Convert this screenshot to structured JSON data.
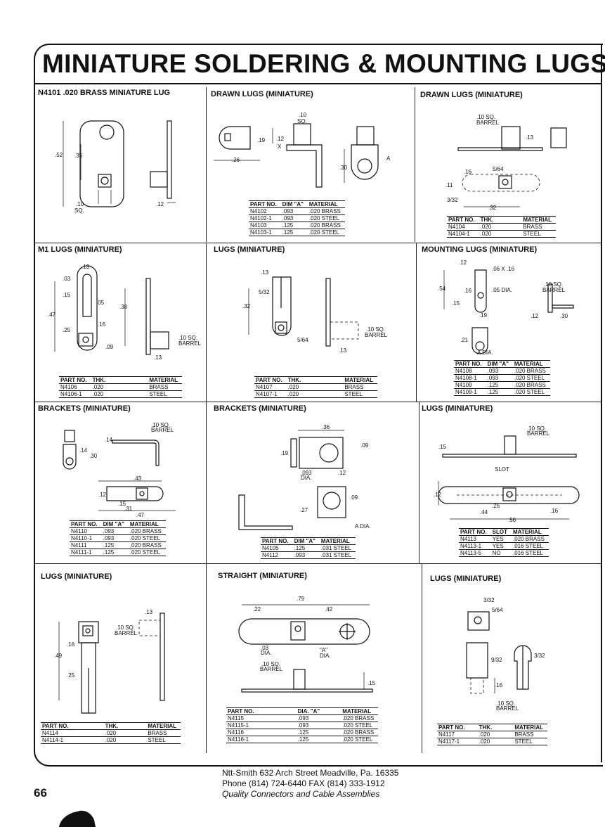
{
  "page_title": "MINIATURE SOLDERING & MOUNTING LUGS",
  "sections": [
    {
      "title": "N4101 .020 BRASS MINIATURE LUG",
      "dims": [
        ".52",
        ".35",
        ".10",
        "SQ.",
        ".12"
      ]
    },
    {
      "title": "DRAWN LUGS (MINIATURE)",
      "dims": [
        ".10",
        "SQ.",
        ".19",
        ".12",
        "X",
        ".26",
        ".30",
        "A"
      ],
      "table": {
        "headers": [
          "PART NO.",
          "DIM \"A\"",
          "MATERIAL"
        ],
        "rows": [
          [
            "N4102",
            ".093",
            ".020 BRASS"
          ],
          [
            "N4102-1",
            ".093",
            ".020 STEEL"
          ],
          [
            "N4103",
            ".125",
            ".020 BRASS"
          ],
          [
            "N4103-1",
            ".125",
            ".020 STEEL"
          ]
        ]
      }
    },
    {
      "title": "DRAWN LUGS (MINIATURE)",
      "dims": [
        ".10 SQ.",
        "BARREL",
        ".13",
        ".16",
        "5/64",
        ".11",
        "3/32",
        ".32"
      ],
      "table": {
        "headers": [
          "PART NO.",
          "THK.",
          "MATERIAL"
        ],
        "rows": [
          [
            "N4104",
            ".020",
            "BRASS"
          ],
          [
            "N4104-1",
            ".020",
            "STEEL"
          ]
        ]
      }
    },
    {
      "title": "M1 LUGS (MINIATURE)",
      "dims": [
        ".13",
        ".03",
        ".15",
        ".05",
        ".47",
        ".38",
        ".16",
        ".25",
        ".09",
        ".10 SQ.",
        "BARREL",
        ".13"
      ],
      "table": {
        "headers": [
          "PART NO.",
          "THK.",
          "MATERIAL"
        ],
        "rows": [
          [
            "N4106",
            ".020",
            "BRASS"
          ],
          [
            "N4106-1",
            ".020",
            "STEEL"
          ]
        ]
      }
    },
    {
      "title": "LUGS (MINIATURE)",
      "dims": [
        ".13",
        "5/32",
        ".32",
        "5/64",
        ".10 SQ.",
        "BARREL",
        ".13"
      ],
      "table": {
        "headers": [
          "PART NO.",
          "THK.",
          "MATERIAL"
        ],
        "rows": [
          [
            "N4107",
            ".020",
            "BRASS"
          ],
          [
            "N4107-1",
            ".020",
            "STEEL"
          ]
        ]
      }
    },
    {
      "title": "MOUNTING LUGS (MINIATURE)",
      "dims": [
        ".12",
        ".06 X .16",
        ".10 SQ.",
        "BARREL",
        ".54",
        ".16",
        ".05 DIA.",
        ".15",
        ".19",
        ".12",
        ".30",
        ".21",
        "A DIA."
      ],
      "table": {
        "headers": [
          "PART NO.",
          "DIM \"A\"",
          "MATERIAL"
        ],
        "rows": [
          [
            "N4108",
            ".093",
            ".020 BRASS"
          ],
          [
            "N4108-1",
            ".093",
            ".020 STEEL"
          ],
          [
            "N4109",
            ".125",
            ".020 BRASS"
          ],
          [
            "N4109-1",
            ".125",
            ".020 STEEL"
          ]
        ]
      }
    },
    {
      "title": "BRACKETS (MINIATURE)",
      "dims": [
        ".10 SQ.",
        "BARREL",
        ".14",
        ".14",
        ".30",
        ".43",
        ".12",
        ".15",
        ".31",
        ".47"
      ],
      "table": {
        "headers": [
          "PART NO.",
          "DIM \"A\"",
          "MATERIAL"
        ],
        "rows": [
          [
            "N4110",
            ".093",
            ".020 BRASS"
          ],
          [
            "N4110-1",
            ".093",
            ".020 STEEL"
          ],
          [
            "N4111",
            ".125",
            ".020 BRASS"
          ],
          [
            "N4111-1",
            ".125",
            ".020 STEEL"
          ]
        ]
      }
    },
    {
      "title": "BRACKETS (MINIATURE)",
      "dims": [
        ".36",
        ".09",
        ".19",
        ".093",
        "DIA.",
        ".12",
        ".09",
        ".27",
        "A DIA."
      ],
      "table": {
        "headers": [
          "PART NO.",
          "DIM \"A\"",
          "MATERIAL"
        ],
        "rows": [
          [
            "N4105",
            ".125",
            ".031 STEEL"
          ],
          [
            "N4112",
            ".093",
            ".031 STEEL"
          ]
        ]
      }
    },
    {
      "title": "LUGS (MINIATURE)",
      "dims": [
        ".10 SQ.",
        "BARREL",
        ".15",
        "SLOT",
        ".12",
        ".25",
        ".44",
        ".16",
        ".56"
      ],
      "table": {
        "headers": [
          "PART NO.",
          "SLOT",
          "MATERIAL"
        ],
        "rows": [
          [
            "N4113",
            "YES",
            ".020 BRASS"
          ],
          [
            "N4113-1",
            "YES",
            ".016 STEEL"
          ],
          [
            "N4113-5",
            "NO",
            ".016 STEEL"
          ]
        ]
      }
    },
    {
      "title": "LUGS (MINIATURE)",
      "dims": [
        ".13",
        ".10 SQ.",
        "BARREL",
        ".16",
        ".49",
        ".25"
      ],
      "table": {
        "headers": [
          "PART NO.",
          "THK.",
          "MATERIAL"
        ],
        "rows": [
          [
            "N4114",
            ".020",
            "BRASS"
          ],
          [
            "N4114-1",
            ".020",
            "STEEL"
          ]
        ]
      }
    },
    {
      "title": "STRAIGHT (MINIATURE)",
      "dims": [
        ".79",
        ".22",
        ".42",
        ".03",
        "DIA.",
        "\"A\"",
        "DIA.",
        ".10 SQ.",
        "BARREL",
        ".15"
      ],
      "table": {
        "headers": [
          "PART NO.",
          "DIA. \"A\"",
          "MATERIAL"
        ],
        "rows": [
          [
            "N4115",
            ".093",
            ".020 BRASS"
          ],
          [
            "N4115-1",
            ".093",
            ".020 STEEL"
          ],
          [
            "N4116",
            ".125",
            ".020 BRASS"
          ],
          [
            "N4116-1",
            ".125",
            ".020 STEEL"
          ]
        ]
      }
    },
    {
      "title": "LUGS (MINIATURE)",
      "dims": [
        "3/32",
        "5/64",
        "9/32",
        "3/32",
        ".16",
        ".10 SQ.",
        "BARREL"
      ],
      "table": {
        "headers": [
          "PART NO.",
          "THK.",
          "MATERIAL"
        ],
        "rows": [
          [
            "N4117",
            ".020",
            "BRASS"
          ],
          [
            "N4117-1",
            ".020",
            "STEEL"
          ]
        ]
      }
    }
  ],
  "footer": {
    "line1": "Ntt-Smith 632 Arch Street Meadville, Pa. 16335",
    "line2": "Phone (814) 724-6440  FAX (814) 333-1912",
    "line3": "Quality Connectors and Cable Assemblies"
  },
  "page_number": "66"
}
